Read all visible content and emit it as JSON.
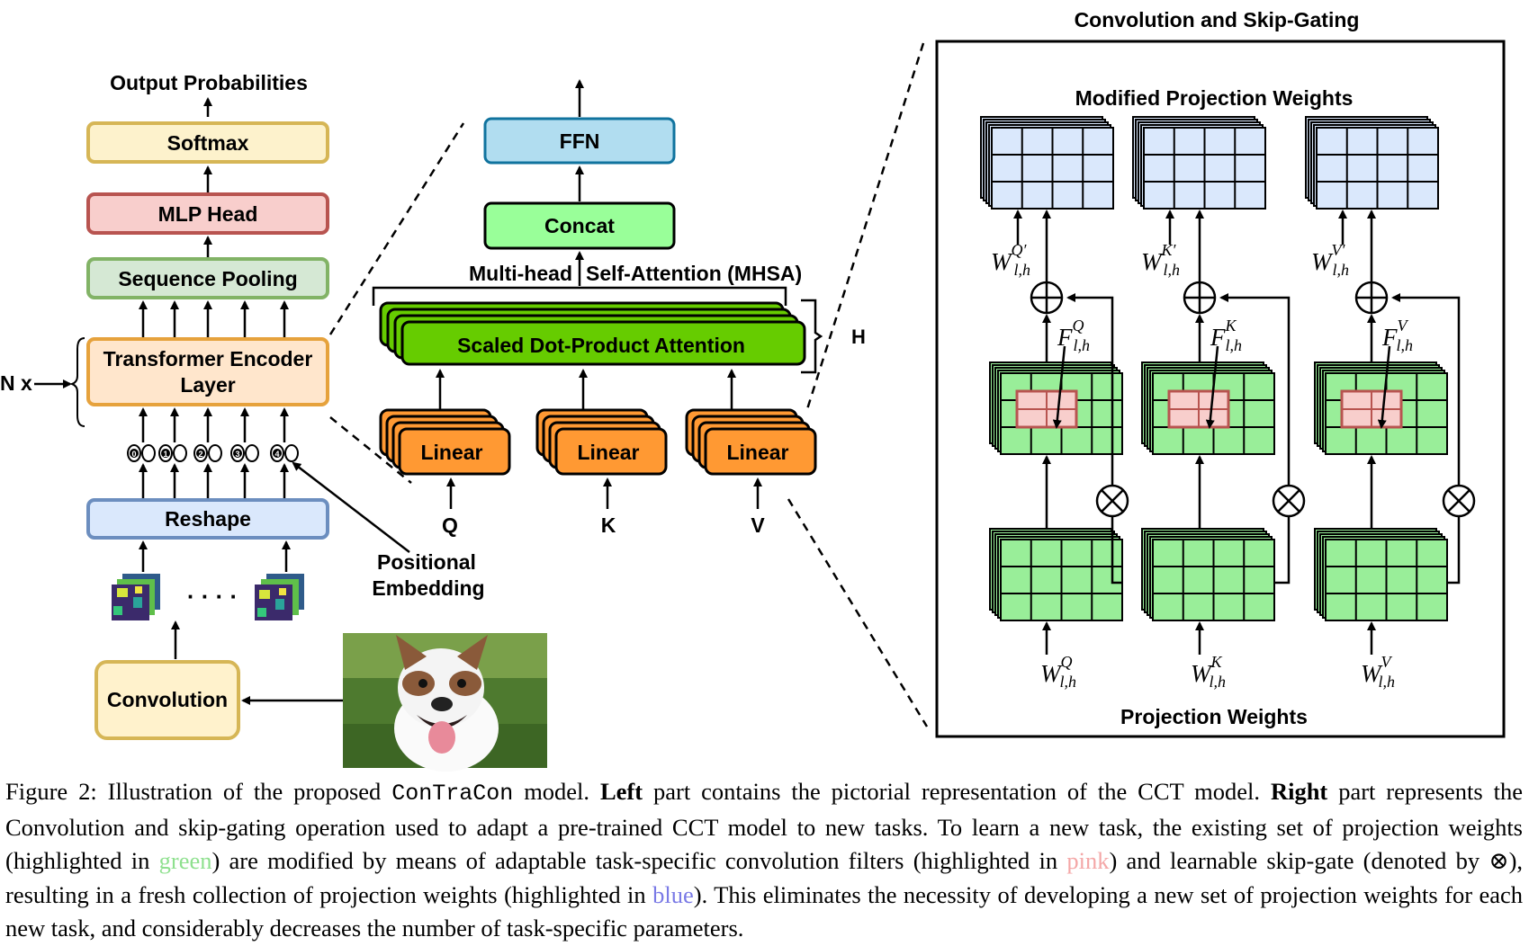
{
  "left": {
    "output_label": "Output Probabilities",
    "softmax": "Softmax",
    "mlp_head": "MLP Head",
    "sequence_pooling": "Sequence Pooling",
    "encoder_line1": "Transformer Encoder",
    "encoder_line2": "Layer",
    "n_times": "N x",
    "tokens": [
      "0",
      "1",
      "2",
      "3",
      "4"
    ],
    "reshape": "Reshape",
    "positional_line1": "Positional",
    "positional_line2": "Embedding",
    "ellipsis": "· · · ·",
    "convolution": "Convolution"
  },
  "mhsa": {
    "ffn": "FFN",
    "concat": "Concat",
    "title_left": "Multi-head",
    "title_right": "Self-Attention (MHSA)",
    "sdpa": "Scaled Dot-Product Attention",
    "heads": "H",
    "linear": "Linear",
    "inputs": [
      "Q",
      "K",
      "V"
    ]
  },
  "right": {
    "title": "Convolution and Skip-Gating",
    "modified_title": "Modified Projection Weights",
    "projection_title": "Projection Weights",
    "columns": [
      {
        "sup": "Q",
        "modified_sup": "Q′",
        "filter": "F"
      },
      {
        "sup": "K",
        "modified_sup": "K′",
        "filter": "F"
      },
      {
        "sup": "V",
        "modified_sup": "V′",
        "filter": "F"
      }
    ],
    "weight_symbol": "W",
    "subscript": "l,h",
    "plus_symbol": "⊕",
    "times_symbol": "⊗"
  },
  "colors": {
    "softmax_fill": "#fdf2cc",
    "softmax_stroke": "#d6b656",
    "mlp_fill": "#f8cecc",
    "mlp_stroke": "#b85450",
    "pooling_fill": "#d5e8d4",
    "pooling_stroke": "#82b366",
    "encoder_fill": "#ffe6cc",
    "encoder_stroke": "#e6a23c",
    "reshape_fill": "#dae8fc",
    "reshape_stroke": "#6c8ebf",
    "conv_fill": "#fff2cc",
    "conv_stroke": "#d6b656",
    "ffn_fill": "#b1ddf0",
    "ffn_stroke": "#10739e",
    "concat_fill": "#99ff99",
    "concat_stroke": "#000000",
    "sdpa_fill": "#66cc00",
    "linear_fill": "#ff9933",
    "green_grid": "#99ee99",
    "blue_grid": "#dae8fc",
    "pink_filter": "#f8cecc"
  },
  "caption": {
    "figure_label": "Figure 2:",
    "s1": "Illustration of the proposed",
    "model_name": "ConTraCon",
    "s2": "model.",
    "left_bold": "Left",
    "s3": "part contains the pictorial representation of the CCT model.",
    "right_bold": "Right",
    "s4": "part represents the Convolution and skip-gating operation used to adapt a pre-trained CCT model to new tasks. To learn a new task, the existing set of projection weights (highlighted in",
    "green_word": "green",
    "s5": ") are modified by means of adaptable task-specific convolution filters (highlighted in",
    "pink_word": "pink",
    "s6": ") and learnable skip-gate (denoted by",
    "gate_symbol": "⊗",
    "s7": "), resulting in a fresh collection of projection weights (highlighted in",
    "blue_word": "blue",
    "s8": "). This eliminates the necessity of developing a new set of projection weights for each new task, and considerably decreases the number of task-specific parameters."
  }
}
